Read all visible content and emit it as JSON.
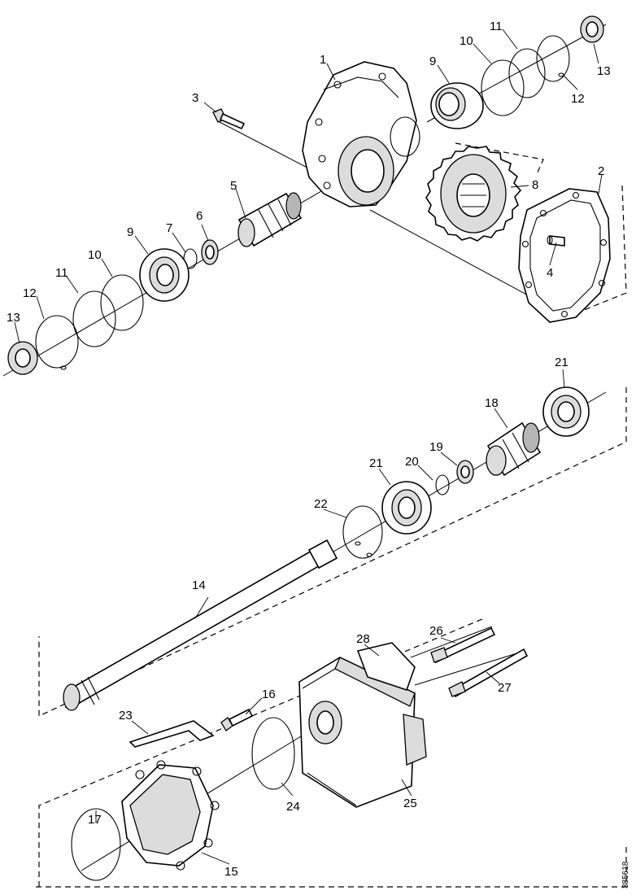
{
  "labels": {
    "n1": "1",
    "n2": "2",
    "n3": "3",
    "n4": "4",
    "n5": "5",
    "n6": "6",
    "n7": "7",
    "n8": "8",
    "n9a": "9",
    "n9b": "9",
    "n10a": "10",
    "n10b": "10",
    "n11a": "11",
    "n11b": "11",
    "n12a": "12",
    "n12b": "12",
    "n13a": "13",
    "n13b": "13",
    "n14": "14",
    "n15": "15",
    "n16": "16",
    "n17": "17",
    "n18": "18",
    "n19": "19",
    "n20": "20",
    "n21a": "21",
    "n21b": "21",
    "n22": "22",
    "n23": "23",
    "n24": "24",
    "n25": "25",
    "n26": "26",
    "n27": "27",
    "n28": "28"
  },
  "reference_code": "385618"
}
